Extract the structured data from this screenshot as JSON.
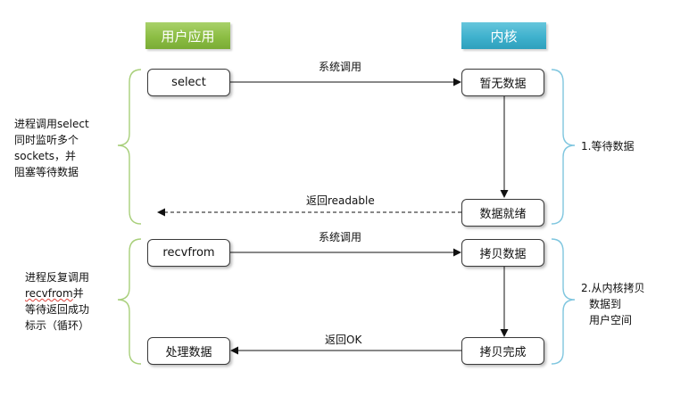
{
  "headers": {
    "user_app": "用户应用",
    "kernel": "内核"
  },
  "colors": {
    "user_header": "#8cbd44",
    "kernel_header": "#3fb1cd",
    "left_brace": "#a8cf7a",
    "right_brace": "#7fc6df"
  },
  "phase1": {
    "select_box": "select",
    "no_data_box": "暂无数据",
    "syscall_label": "系统调用",
    "data_ready_box": "数据就绪",
    "return_label": "返回readable",
    "left_note": [
      "进程调用select",
      "同时监听多个",
      "sockets，并",
      "阻塞等待数据"
    ],
    "right_note": "1.等待数据"
  },
  "phase2": {
    "recvfrom_box": "recvfrom",
    "copy_data_box": "拷贝数据",
    "syscall_label": "系统调用",
    "copy_done_box": "拷贝完成",
    "return_label": "返回OK",
    "process_box": "处理数据",
    "left_note_line1": "进程反复调用",
    "left_note_word": "recvfrom",
    "left_note_suffix": "并",
    "left_note_line3": "等待返回成功",
    "left_note_line4": "标示（循环）",
    "right_note": [
      "2.从内核拷贝",
      "数据到",
      "用户空间"
    ]
  }
}
